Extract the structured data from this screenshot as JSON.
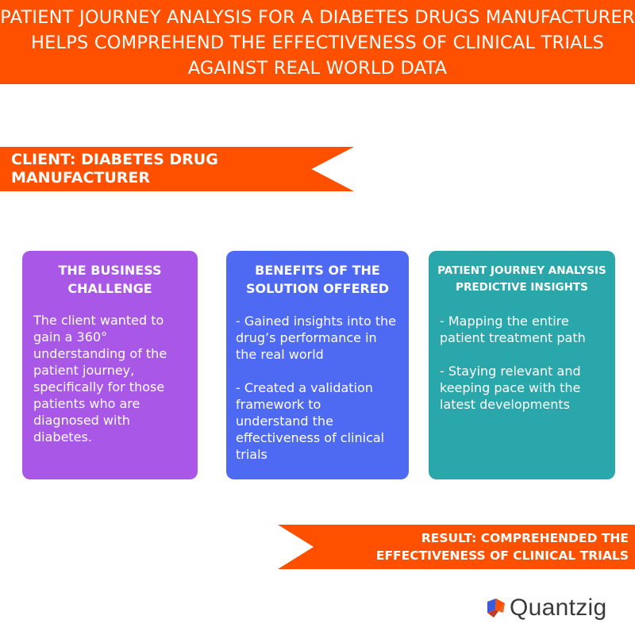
{
  "header": {
    "title_lines": [
      "PATIENT JOURNEY ANALYSIS FOR A DIABETES DRUGS MANUFACTURER",
      "HELPS COMPREHEND THE EFFECTIVENESS OF CLINICAL TRIALS",
      "AGAINST REAL WORLD DATA"
    ]
  },
  "client": {
    "lines": [
      "CLIENT: DIABETES DRUG",
      "MANUFACTURER"
    ]
  },
  "cards": [
    {
      "title_lines": [
        "THE BUSINESS",
        "CHALLENGE"
      ],
      "body_lines": [
        "The client wanted to",
        "gain a 360°",
        "understanding of the",
        "patient journey,",
        "specifically for those",
        "patients who are",
        "diagnosed with",
        "diabetes."
      ]
    },
    {
      "title_lines": [
        "BENEFITS OF THE",
        "SOLUTION OFFERED"
      ],
      "paragraphs": [
        [
          "- Gained insights into the",
          "drug’s performance in",
          "the real world"
        ],
        [
          "- Created a validation",
          "framework to",
          "understand the",
          "effectiveness of clinical",
          "trials"
        ]
      ]
    },
    {
      "title_lines": [
        "PATIENT JOURNEY ANALYSIS",
        "PREDICTIVE INSIGHTS"
      ],
      "paragraphs": [
        [
          "- Mapping the entire",
          "patient treatment path"
        ],
        [
          "- Staying relevant and",
          "keeping pace with the",
          "latest developments"
        ]
      ]
    }
  ],
  "result": {
    "lines": [
      "RESULT: COMPREHENDED THE",
      "EFFECTIVENESS OF CLINICAL TRIALS"
    ]
  },
  "logo": {
    "name": "Quantzig",
    "icon": "quantzig-logo-icon"
  },
  "colors": {
    "accent_orange": "#ff5000",
    "card_purple": "#a957e6",
    "card_blue": "#4f6af2",
    "card_teal": "#2aa7ab"
  }
}
